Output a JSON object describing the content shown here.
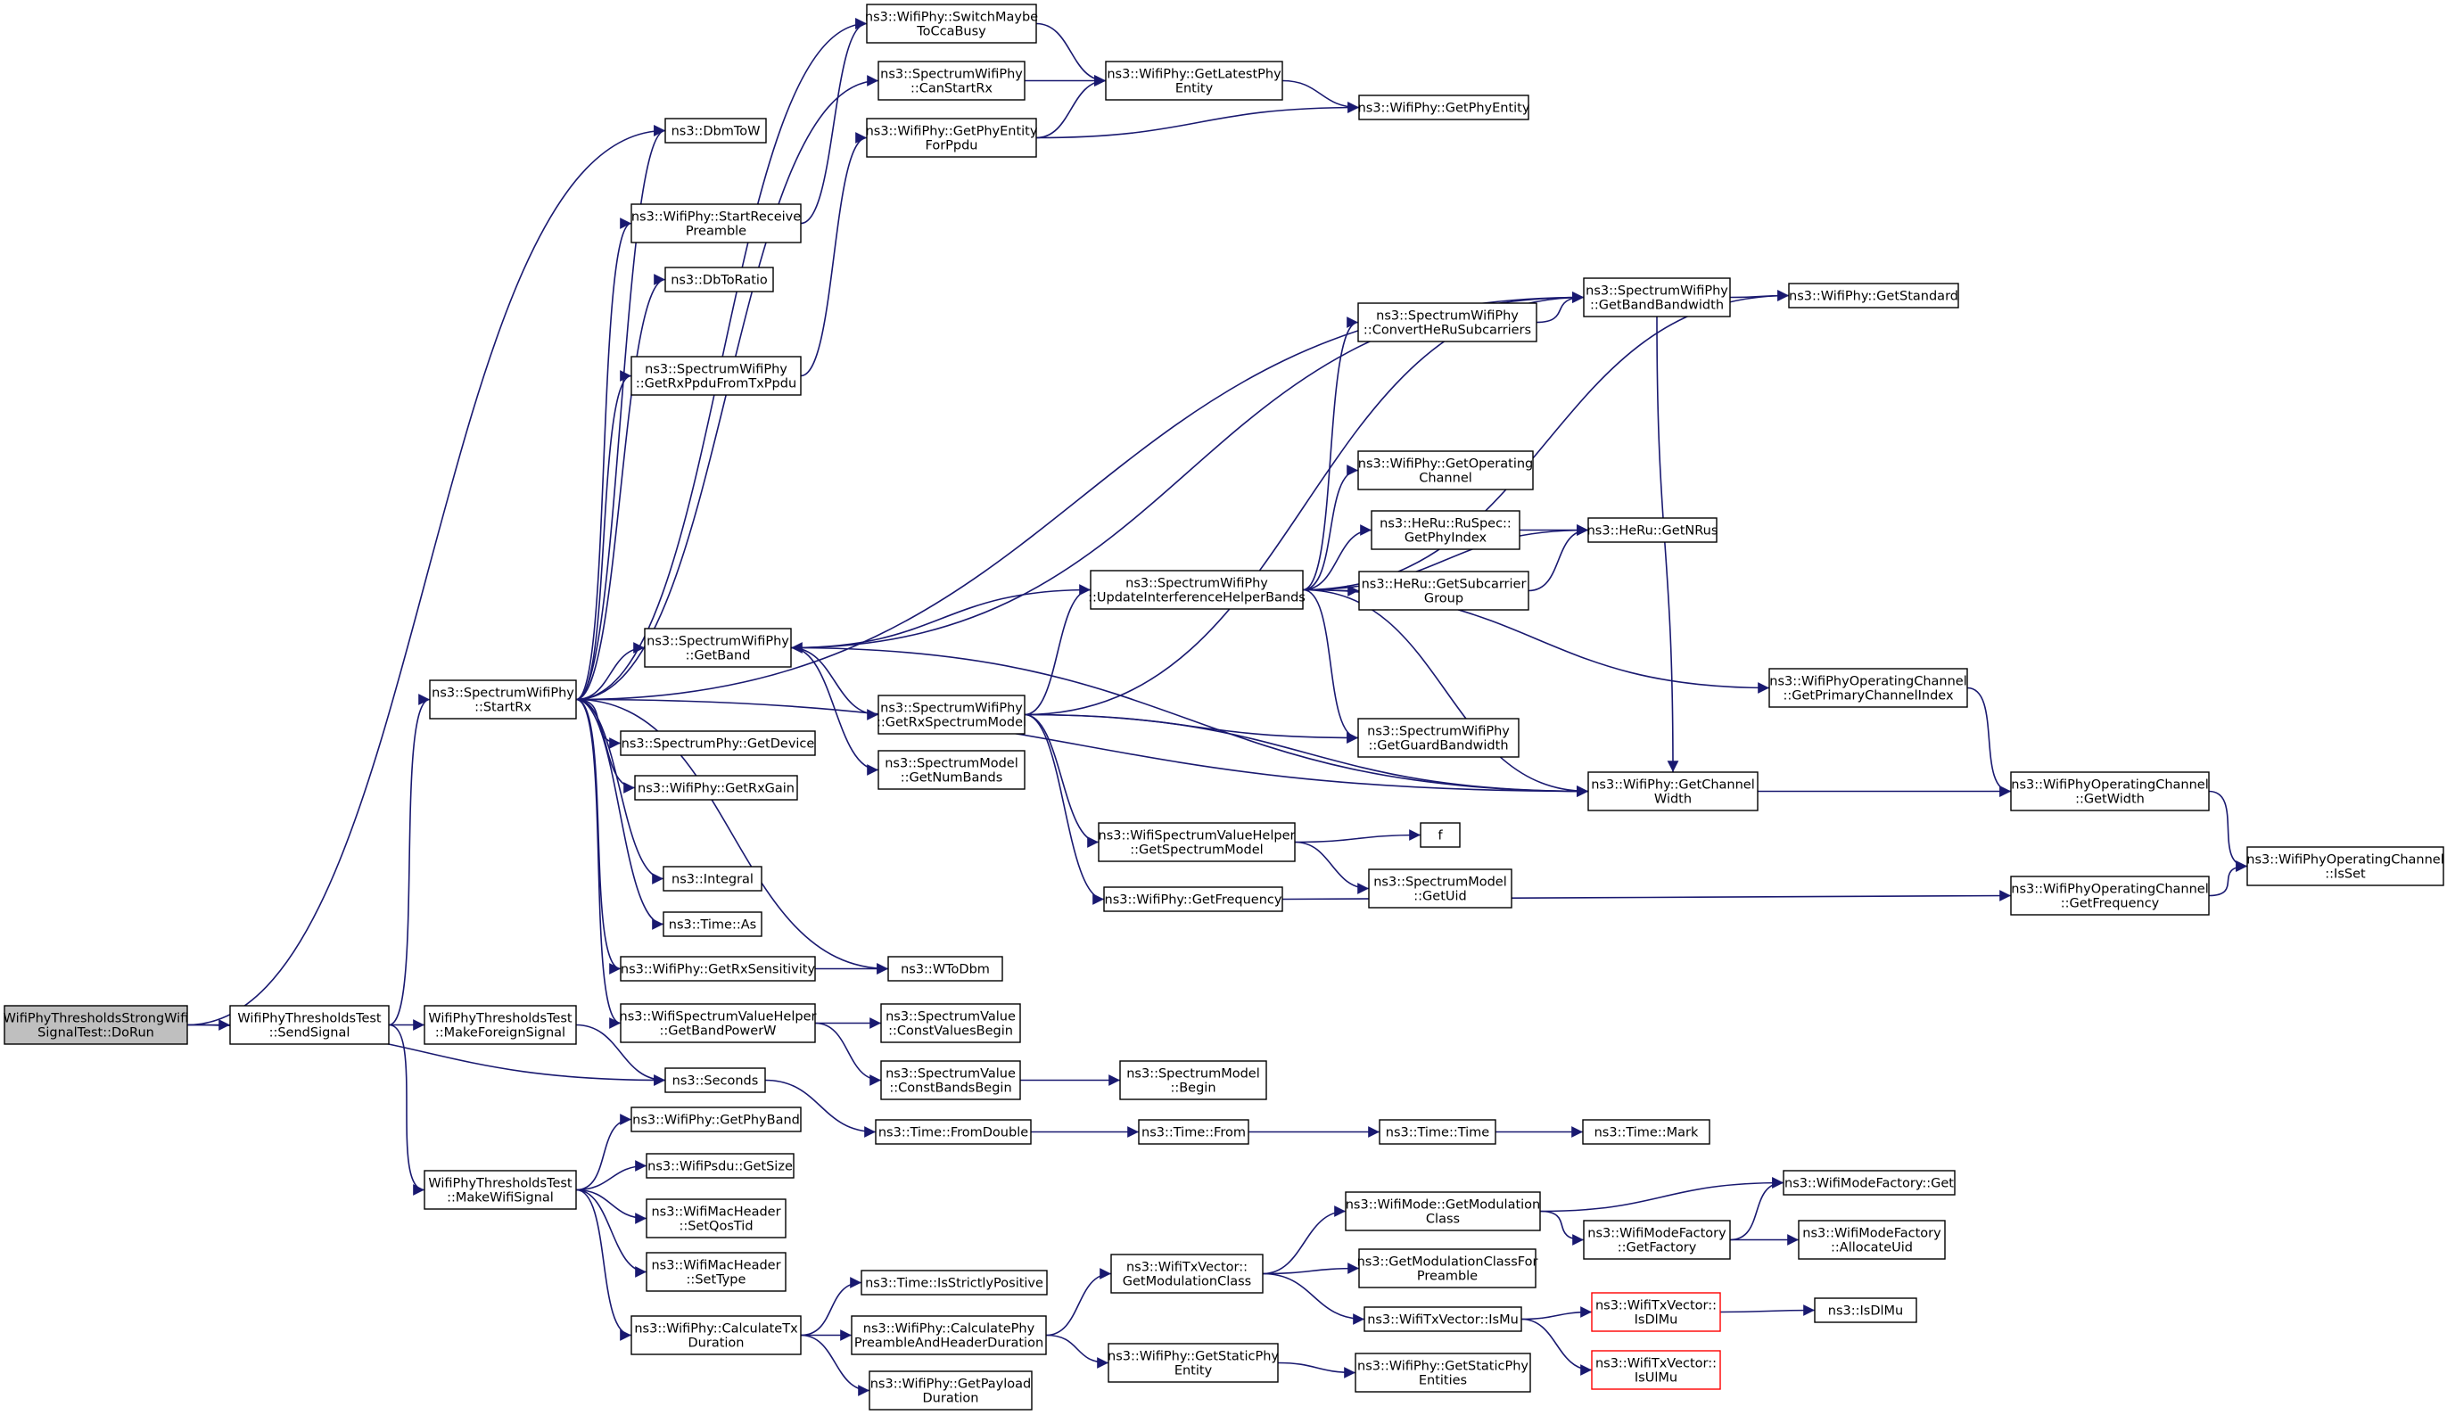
{
  "colors": {
    "edge": "#191970",
    "node_border": "#000000",
    "root_fill": "#bfbfbf",
    "truncated_border": "#ff0000"
  },
  "nodes": [
    {
      "id": "root",
      "lines": [
        "WifiPhyThresholdsStrongWifi",
        "SignalTest::DoRun"
      ],
      "style": "root"
    },
    {
      "id": "sendSignal",
      "lines": [
        "WifiPhyThresholdsTest",
        "::SendSignal"
      ]
    },
    {
      "id": "makeForeign",
      "lines": [
        "WifiPhyThresholdsTest",
        "::MakeForeignSignal"
      ]
    },
    {
      "id": "makeWifi",
      "lines": [
        "WifiPhyThresholdsTest",
        "::MakeWifiSignal"
      ]
    },
    {
      "id": "startRx",
      "lines": [
        "ns3::SpectrumWifiPhy",
        "::StartRx"
      ]
    },
    {
      "id": "dbmToW",
      "lines": [
        "ns3::DbmToW"
      ]
    },
    {
      "id": "startRecvPre",
      "lines": [
        "ns3::WifiPhy::StartReceive",
        "Preamble"
      ]
    },
    {
      "id": "dbToRatio",
      "lines": [
        "ns3::DbToRatio"
      ]
    },
    {
      "id": "getRxPpdu",
      "lines": [
        "ns3::SpectrumWifiPhy",
        "::GetRxPpduFromTxPpdu"
      ]
    },
    {
      "id": "getBand",
      "lines": [
        "ns3::SpectrumWifiPhy",
        "::GetBand"
      ]
    },
    {
      "id": "getDevice",
      "lines": [
        "ns3::SpectrumPhy::GetDevice"
      ]
    },
    {
      "id": "getRxGain",
      "lines": [
        "ns3::WifiPhy::GetRxGain"
      ]
    },
    {
      "id": "integral",
      "lines": [
        "ns3::Integral"
      ]
    },
    {
      "id": "timeAs",
      "lines": [
        "ns3::Time::As"
      ]
    },
    {
      "id": "getRxSens",
      "lines": [
        "ns3::WifiPhy::GetRxSensitivity"
      ]
    },
    {
      "id": "getBandPowerW",
      "lines": [
        "ns3::WifiSpectrumValueHelper",
        "::GetBandPowerW"
      ]
    },
    {
      "id": "seconds",
      "lines": [
        "ns3::Seconds"
      ]
    },
    {
      "id": "getPhyBand",
      "lines": [
        "ns3::WifiPhy::GetPhyBand"
      ]
    },
    {
      "id": "psduSize",
      "lines": [
        "ns3::WifiPsdu::GetSize"
      ]
    },
    {
      "id": "setQosTid",
      "lines": [
        "ns3::WifiMacHeader",
        "::SetQosTid"
      ]
    },
    {
      "id": "setType",
      "lines": [
        "ns3::WifiMacHeader",
        "::SetType"
      ]
    },
    {
      "id": "calcTxDur",
      "lines": [
        "ns3::WifiPhy::CalculateTx",
        "Duration"
      ]
    },
    {
      "id": "switchMaybe",
      "lines": [
        "ns3::WifiPhy::SwitchMaybe",
        "ToCcaBusy"
      ]
    },
    {
      "id": "canStartRx",
      "lines": [
        "ns3::SpectrumWifiPhy",
        "::CanStartRx"
      ]
    },
    {
      "id": "getPhyEntityPpdu",
      "lines": [
        "ns3::WifiPhy::GetPhyEntity",
        "ForPpdu"
      ]
    },
    {
      "id": "getRxSpecModel",
      "lines": [
        "ns3::SpectrumWifiPhy",
        "::GetRxSpectrumModel"
      ]
    },
    {
      "id": "getNumBands",
      "lines": [
        "ns3::SpectrumModel",
        "::GetNumBands"
      ]
    },
    {
      "id": "wtoDbm",
      "lines": [
        "ns3::WToDbm"
      ]
    },
    {
      "id": "constValuesBegin",
      "lines": [
        "ns3::SpectrumValue",
        "::ConstValuesBegin"
      ]
    },
    {
      "id": "constBandsBegin",
      "lines": [
        "ns3::SpectrumValue",
        "::ConstBandsBegin"
      ]
    },
    {
      "id": "fromDouble",
      "lines": [
        "ns3::Time::FromDouble"
      ]
    },
    {
      "id": "isStrictPos",
      "lines": [
        "ns3::Time::IsStrictlyPositive"
      ]
    },
    {
      "id": "calcPreamble",
      "lines": [
        "ns3::WifiPhy::CalculatePhy",
        "PreambleAndHeaderDuration"
      ]
    },
    {
      "id": "getPayloadDur",
      "lines": [
        "ns3::WifiPhy::GetPayload",
        "Duration"
      ]
    },
    {
      "id": "getLatestPhy",
      "lines": [
        "ns3::WifiPhy::GetLatestPhy",
        "Entity"
      ]
    },
    {
      "id": "getPhyEntity",
      "lines": [
        "ns3::WifiPhy::GetPhyEntity"
      ]
    },
    {
      "id": "updateIH",
      "lines": [
        "ns3::SpectrumWifiPhy",
        "::UpdateInterferenceHelperBands"
      ]
    },
    {
      "id": "wsvhGetSM",
      "lines": [
        "ns3::WifiSpectrumValueHelper",
        "::GetSpectrumModel"
      ]
    },
    {
      "id": "getFrequency",
      "lines": [
        "ns3::WifiPhy::GetFrequency"
      ]
    },
    {
      "id": "smBegin",
      "lines": [
        "ns3::SpectrumModel",
        "::Begin"
      ]
    },
    {
      "id": "timeFrom",
      "lines": [
        "ns3::Time::From"
      ]
    },
    {
      "id": "getModClass",
      "lines": [
        "ns3::WifiTxVector::",
        "GetModulationClass"
      ]
    },
    {
      "id": "getStaticPhy",
      "lines": [
        "ns3::WifiPhy::GetStaticPhy",
        "Entity"
      ]
    },
    {
      "id": "convertHeRu",
      "lines": [
        "ns3::SpectrumWifiPhy",
        "::ConvertHeRuSubcarriers"
      ]
    },
    {
      "id": "getOpChannel",
      "lines": [
        "ns3::WifiPhy::GetOperating",
        "Channel"
      ]
    },
    {
      "id": "getPhyIndex",
      "lines": [
        "ns3::HeRu::RuSpec::",
        "GetPhyIndex"
      ]
    },
    {
      "id": "getSubcarrierGroup",
      "lines": [
        "ns3::HeRu::GetSubcarrier",
        "Group"
      ]
    },
    {
      "id": "getGuardBw",
      "lines": [
        "ns3::SpectrumWifiPhy",
        "::GetGuardBandwidth"
      ]
    },
    {
      "id": "f",
      "lines": [
        "f"
      ]
    },
    {
      "id": "getUid",
      "lines": [
        "ns3::SpectrumModel",
        "::GetUid"
      ]
    },
    {
      "id": "timeTime",
      "lines": [
        "ns3::Time::Time"
      ]
    },
    {
      "id": "modeGetModClass",
      "lines": [
        "ns3::WifiMode::GetModulation",
        "Class"
      ]
    },
    {
      "id": "getModClassPre",
      "lines": [
        "ns3::GetModulationClassFor",
        "Preamble"
      ]
    },
    {
      "id": "txvIsMu",
      "lines": [
        "ns3::WifiTxVector::IsMu"
      ]
    },
    {
      "id": "getStaticPhyEnt",
      "lines": [
        "ns3::WifiPhy::GetStaticPhy",
        "Entities"
      ]
    },
    {
      "id": "getBandBw",
      "lines": [
        "ns3::SpectrumWifiPhy",
        "::GetBandBandwidth"
      ]
    },
    {
      "id": "getNRus",
      "lines": [
        "ns3::HeRu::GetNRus"
      ]
    },
    {
      "id": "getChWidth",
      "lines": [
        "ns3::WifiPhy::GetChannel",
        "Width"
      ]
    },
    {
      "id": "timeMark",
      "lines": [
        "ns3::Time::Mark"
      ]
    },
    {
      "id": "modeFactoryGetFactory",
      "lines": [
        "ns3::WifiModeFactory",
        "::GetFactory"
      ]
    },
    {
      "id": "isDlMuVec",
      "lines": [
        "ns3::WifiTxVector::",
        "IsDlMu"
      ],
      "style": "red"
    },
    {
      "id": "isUlMuVec",
      "lines": [
        "ns3::WifiTxVector::",
        "IsUlMu"
      ],
      "style": "red"
    },
    {
      "id": "getStandard",
      "lines": [
        "ns3::WifiPhy::GetStandard"
      ]
    },
    {
      "id": "getPrimaryIdx",
      "lines": [
        "ns3::WifiPhyOperatingChannel",
        "::GetPrimaryChannelIndex"
      ]
    },
    {
      "id": "opGetWidth",
      "lines": [
        "ns3::WifiPhyOperatingChannel",
        "::GetWidth"
      ]
    },
    {
      "id": "opGetFreq",
      "lines": [
        "ns3::WifiPhyOperatingChannel",
        "::GetFrequency"
      ]
    },
    {
      "id": "modeFactoryGet",
      "lines": [
        "ns3::WifiModeFactory::Get"
      ]
    },
    {
      "id": "allocateUid",
      "lines": [
        "ns3::WifiModeFactory",
        "::AllocateUid"
      ]
    },
    {
      "id": "isDlMu",
      "lines": [
        "ns3::IsDlMu"
      ]
    },
    {
      "id": "opIsSet",
      "lines": [
        "ns3::WifiPhyOperatingChannel",
        "::IsSet"
      ]
    }
  ],
  "edges": [
    [
      "root",
      "dbmToW"
    ],
    [
      "root",
      "sendSignal"
    ],
    [
      "root",
      "seconds"
    ],
    [
      "sendSignal",
      "startRx"
    ],
    [
      "sendSignal",
      "makeForeign"
    ],
    [
      "sendSignal",
      "makeWifi"
    ],
    [
      "makeForeign",
      "seconds"
    ],
    [
      "makeWifi",
      "getPhyBand"
    ],
    [
      "makeWifi",
      "psduSize"
    ],
    [
      "makeWifi",
      "setQosTid"
    ],
    [
      "makeWifi",
      "setType"
    ],
    [
      "makeWifi",
      "calcTxDur"
    ],
    [
      "startRx",
      "dbmToW"
    ],
    [
      "startRx",
      "startRecvPre"
    ],
    [
      "startRx",
      "dbToRatio"
    ],
    [
      "startRx",
      "getRxPpdu"
    ],
    [
      "startRx",
      "getBand"
    ],
    [
      "startRx",
      "getDevice"
    ],
    [
      "startRx",
      "getRxGain"
    ],
    [
      "startRx",
      "integral"
    ],
    [
      "startRx",
      "timeAs"
    ],
    [
      "startRx",
      "getRxSens"
    ],
    [
      "startRx",
      "getBandPowerW"
    ],
    [
      "startRx",
      "wtoDbm"
    ],
    [
      "startRx",
      "switchMaybe"
    ],
    [
      "startRx",
      "canStartRx"
    ],
    [
      "startRx",
      "getBandBw"
    ],
    [
      "startRx",
      "getChWidth"
    ],
    [
      "startRecvPre",
      "switchMaybe"
    ],
    [
      "getRxPpdu",
      "getPhyEntityPpdu"
    ],
    [
      "getBand",
      "getBandBw"
    ],
    [
      "getBand",
      "getRxSpecModel"
    ],
    [
      "getBand",
      "getNumBands"
    ],
    [
      "getBand",
      "getChWidth"
    ],
    [
      "getRxSens",
      "wtoDbm"
    ],
    [
      "getBandPowerW",
      "constValuesBegin"
    ],
    [
      "getBandPowerW",
      "constBandsBegin"
    ],
    [
      "seconds",
      "fromDouble"
    ],
    [
      "calcTxDur",
      "isStrictPos"
    ],
    [
      "calcTxDur",
      "calcPreamble"
    ],
    [
      "calcTxDur",
      "getPayloadDur"
    ],
    [
      "switchMaybe",
      "getLatestPhy"
    ],
    [
      "canStartRx",
      "getLatestPhy"
    ],
    [
      "getPhyEntityPpdu",
      "getLatestPhy"
    ],
    [
      "getPhyEntityPpdu",
      "getPhyEntity"
    ],
    [
      "getRxSpecModel",
      "updateIH"
    ],
    [
      "getRxSpecModel",
      "getBandBw"
    ],
    [
      "getRxSpecModel",
      "wsvhGetSM"
    ],
    [
      "getRxSpecModel",
      "getFrequency"
    ],
    [
      "getRxSpecModel",
      "getGuardBw"
    ],
    [
      "getRxSpecModel",
      "getChWidth"
    ],
    [
      "updateIH",
      "getBand"
    ],
    [
      "updateIH",
      "convertHeRu"
    ],
    [
      "updateIH",
      "getStandard"
    ],
    [
      "updateIH",
      "getNRus"
    ],
    [
      "updateIH",
      "getOpChannel"
    ],
    [
      "updateIH",
      "getPhyIndex"
    ],
    [
      "updateIH",
      "getSubcarrierGroup"
    ],
    [
      "updateIH",
      "getPrimaryIdx"
    ],
    [
      "updateIH",
      "getGuardBw"
    ],
    [
      "updateIH",
      "getChWidth"
    ],
    [
      "constBandsBegin",
      "smBegin"
    ],
    [
      "fromDouble",
      "timeFrom"
    ],
    [
      "timeFrom",
      "timeTime"
    ],
    [
      "timeTime",
      "timeMark"
    ],
    [
      "calcPreamble",
      "getModClass"
    ],
    [
      "calcPreamble",
      "getStaticPhy"
    ],
    [
      "getModClass",
      "modeGetModClass"
    ],
    [
      "getModClass",
      "getModClassPre"
    ],
    [
      "getModClass",
      "txvIsMu"
    ],
    [
      "getStaticPhy",
      "getStaticPhyEnt"
    ],
    [
      "wsvhGetSM",
      "f"
    ],
    [
      "wsvhGetSM",
      "getUid"
    ],
    [
      "getFrequency",
      "opGetFreq"
    ],
    [
      "getLatestPhy",
      "getPhyEntity"
    ],
    [
      "convertHeRu",
      "getBandBw"
    ],
    [
      "getBandBw",
      "getStandard"
    ],
    [
      "getBandBw",
      "getChWidth"
    ],
    [
      "getPhyIndex",
      "getNRus"
    ],
    [
      "getSubcarrierGroup",
      "getNRus"
    ],
    [
      "getPrimaryIdx",
      "opGetWidth"
    ],
    [
      "getChWidth",
      "opGetWidth"
    ],
    [
      "opGetWidth",
      "opIsSet"
    ],
    [
      "opGetFreq",
      "opIsSet"
    ],
    [
      "modeGetModClass",
      "modeFactoryGet"
    ],
    [
      "modeGetModClass",
      "modeFactoryGetFactory"
    ],
    [
      "modeFactoryGetFactory",
      "modeFactoryGet"
    ],
    [
      "modeFactoryGetFactory",
      "allocateUid"
    ],
    [
      "txvIsMu",
      "isDlMuVec"
    ],
    [
      "txvIsMu",
      "isUlMuVec"
    ],
    [
      "isDlMuVec",
      "isDlMu"
    ]
  ]
}
